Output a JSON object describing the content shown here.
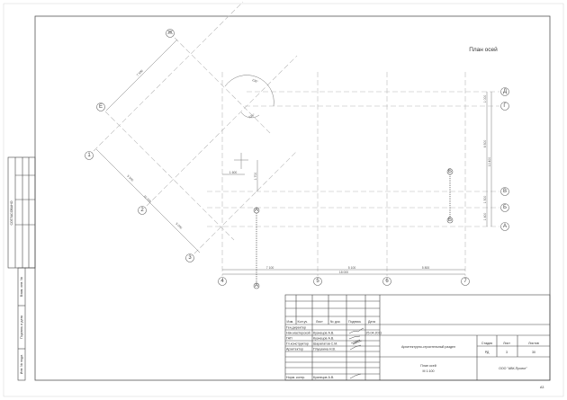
{
  "drawing": {
    "title": "План осей",
    "sheet_format": "A3",
    "axes_vertical": [
      "4",
      "5",
      "6",
      "7"
    ],
    "axes_horizontal": [
      "Д",
      "Г",
      "В",
      "Б",
      "А"
    ],
    "axes_diagonal": [
      "1",
      "2",
      "3",
      "Е",
      "Ж"
    ],
    "section_marks": [
      "А",
      "А",
      "Б",
      "Б"
    ],
    "angles": [
      "135°",
      "135°"
    ],
    "dims_bottom": [
      "7 100",
      "5 100",
      "5 800"
    ],
    "dims_bottom_total": "18 000",
    "dims_right": [
      "1 000",
      "6 500",
      "1 500",
      "1 400"
    ],
    "dims_right_total": "10 400",
    "dims_diag_top": "7 500",
    "dims_diag_bottom": [
      "5 500",
      "5 000"
    ],
    "dims_diag_total": "10 700",
    "dims_small": [
      "1 600",
      "1 700"
    ]
  },
  "stamp_left": {
    "agreed": "СОГЛАСОВАНО",
    "rows": [
      "Взам. инв. №",
      "Подпись и дата",
      "Инв. № подл."
    ]
  },
  "title_block": {
    "headers": [
      "Изм.",
      "Кол.уч.",
      "Лист",
      "№ док.",
      "Подпись",
      "Дата"
    ],
    "roles": [
      {
        "role": "Ген.директор",
        "name": "",
        "date": ""
      },
      {
        "role": "Нач.мастерской",
        "name": "Кузнецов А.В.",
        "date": "25.04.2011"
      },
      {
        "role": "ГАП",
        "name": "Кузнецов А.В.",
        "date": ""
      },
      {
        "role": "Гл.конструктор",
        "name": "Шарапатов С.М.",
        "date": ""
      },
      {
        "role": "Архитектор",
        "name": "Плушкина Н.В.",
        "date": ""
      },
      {
        "role": "Норм. контр.",
        "name": "Кузнецов А.В.",
        "date": ""
      }
    ],
    "section": "Архитектурно-строительный раздел",
    "stage_label": "Стадия",
    "sheet_label": "Лист",
    "sheets_label": "Листов",
    "stage": "РД",
    "sheet": "3",
    "sheets": "30",
    "sheet_title": "План осей",
    "scale": "М 1:100",
    "company": "ООО \"АВК-Проект\""
  }
}
